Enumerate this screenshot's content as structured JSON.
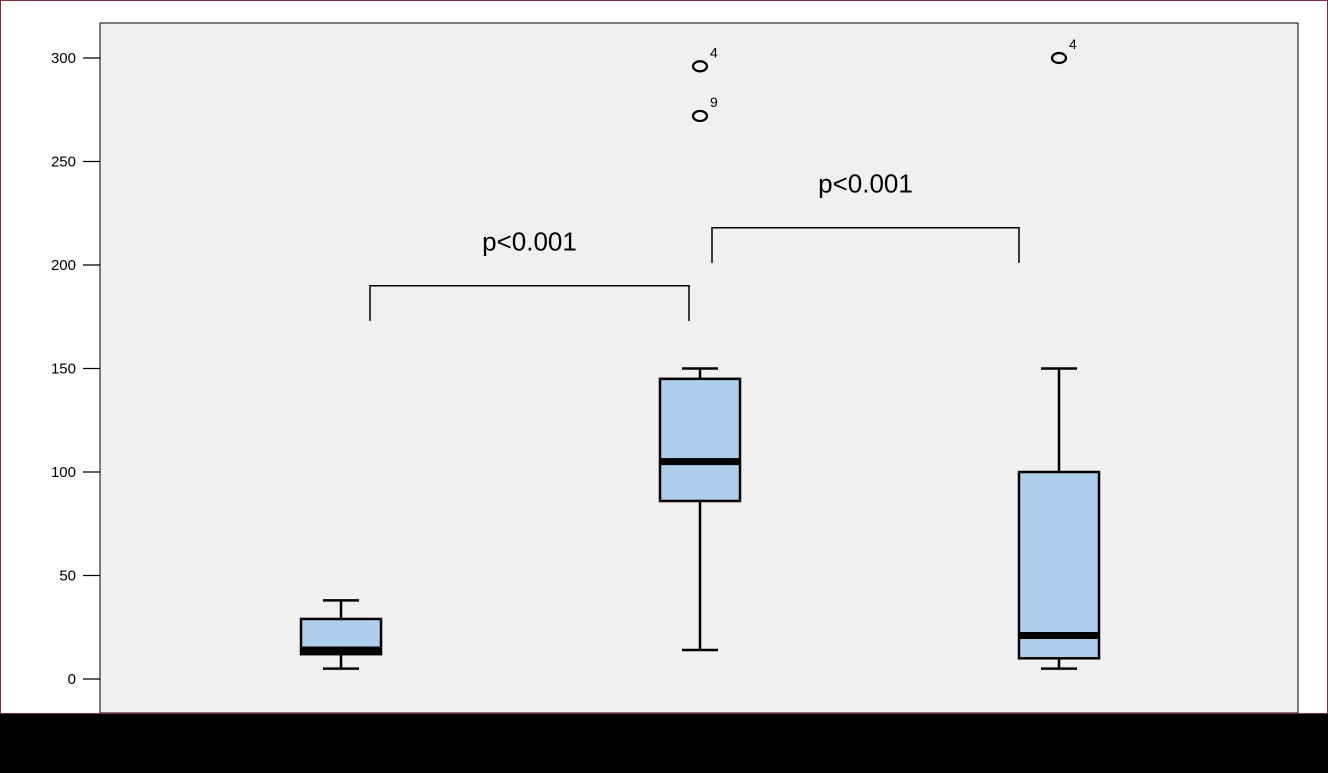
{
  "chart_data": {
    "type": "box",
    "title": "",
    "xlabel": "",
    "ylabel": "",
    "ylim": [
      0,
      300
    ],
    "yticks": [
      0,
      50,
      100,
      150,
      200,
      250,
      300
    ],
    "grid": false,
    "colors": {
      "box_fill": "#aecfec",
      "plot_bg": "#f0f0f0",
      "stroke": "#000000"
    },
    "groups": [
      {
        "min": 5,
        "q1": 12,
        "median": 14,
        "q3": 29,
        "max": 38,
        "outliers": []
      },
      {
        "min": 14,
        "q1": 86,
        "median": 105,
        "q3": 145,
        "max": 150,
        "outliers": [
          {
            "value": 296,
            "label": "4"
          },
          {
            "value": 272,
            "label": "9"
          }
        ]
      },
      {
        "min": 5,
        "q1": 10,
        "median": 21,
        "q3": 100,
        "max": 150,
        "outliers": [
          {
            "value": 300,
            "label": "4"
          }
        ]
      }
    ],
    "comparisons": [
      {
        "from": 0,
        "to": 1,
        "label": "p<0.001",
        "bracket_y": 190,
        "drop_to": 173
      },
      {
        "from": 1,
        "to": 2,
        "label": "p<0.001",
        "bracket_y": 218,
        "drop_to": 201
      }
    ]
  }
}
